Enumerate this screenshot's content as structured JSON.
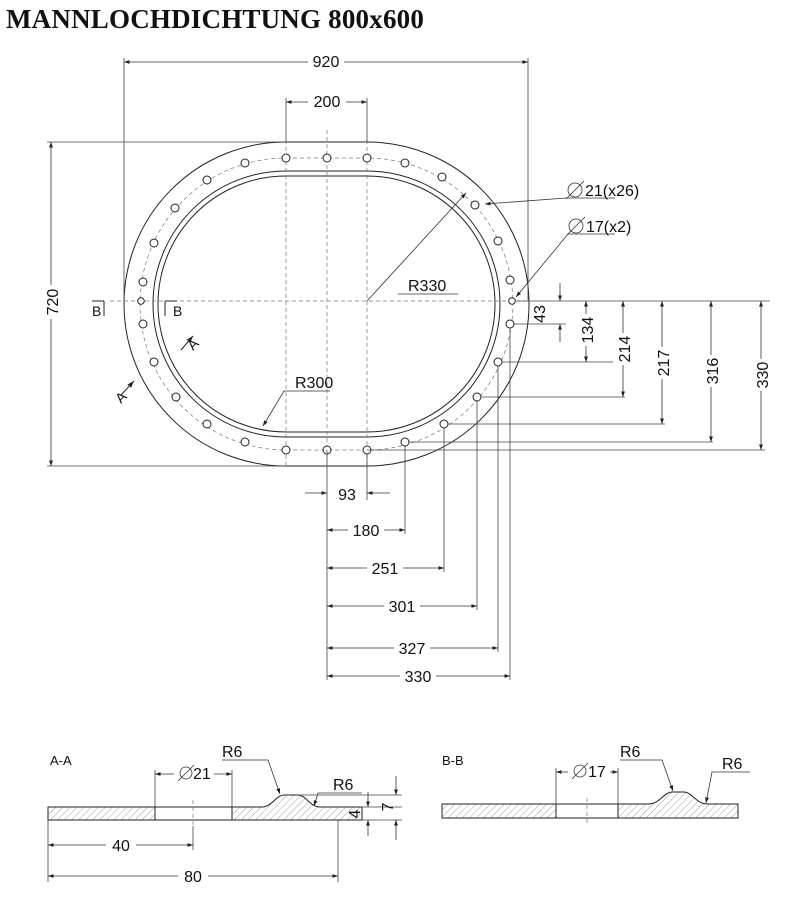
{
  "title": "MANNLOCHDICHTUNG 800x600",
  "plan": {
    "dims": {
      "overall_width": "920",
      "straight_width": "200",
      "overall_height": "720",
      "outer_radius": "R330",
      "inner_radius": "R300",
      "hole_21": "21(x26)",
      "hole_17": "17(x2)",
      "x_offsets": [
        "93",
        "180",
        "251",
        "301",
        "327",
        "330"
      ],
      "y_offsets": [
        "43",
        "134",
        "214",
        "217",
        "316",
        "330"
      ]
    },
    "section_marks": {
      "a": "A",
      "b": "B"
    }
  },
  "section_aa": {
    "label": "A-A",
    "hole": "21",
    "r_top": "R6",
    "r_side": "R6",
    "thick_total": "7",
    "thick_base": "4",
    "dist_40": "40",
    "dist_80": "80"
  },
  "section_bb": {
    "label": "B-B",
    "hole": "17",
    "r_top": "R6",
    "r_side": "R6"
  },
  "colors": {
    "line": "#222222",
    "hatch": "#888888"
  },
  "icons": {
    "diameter": "diameter-icon"
  }
}
